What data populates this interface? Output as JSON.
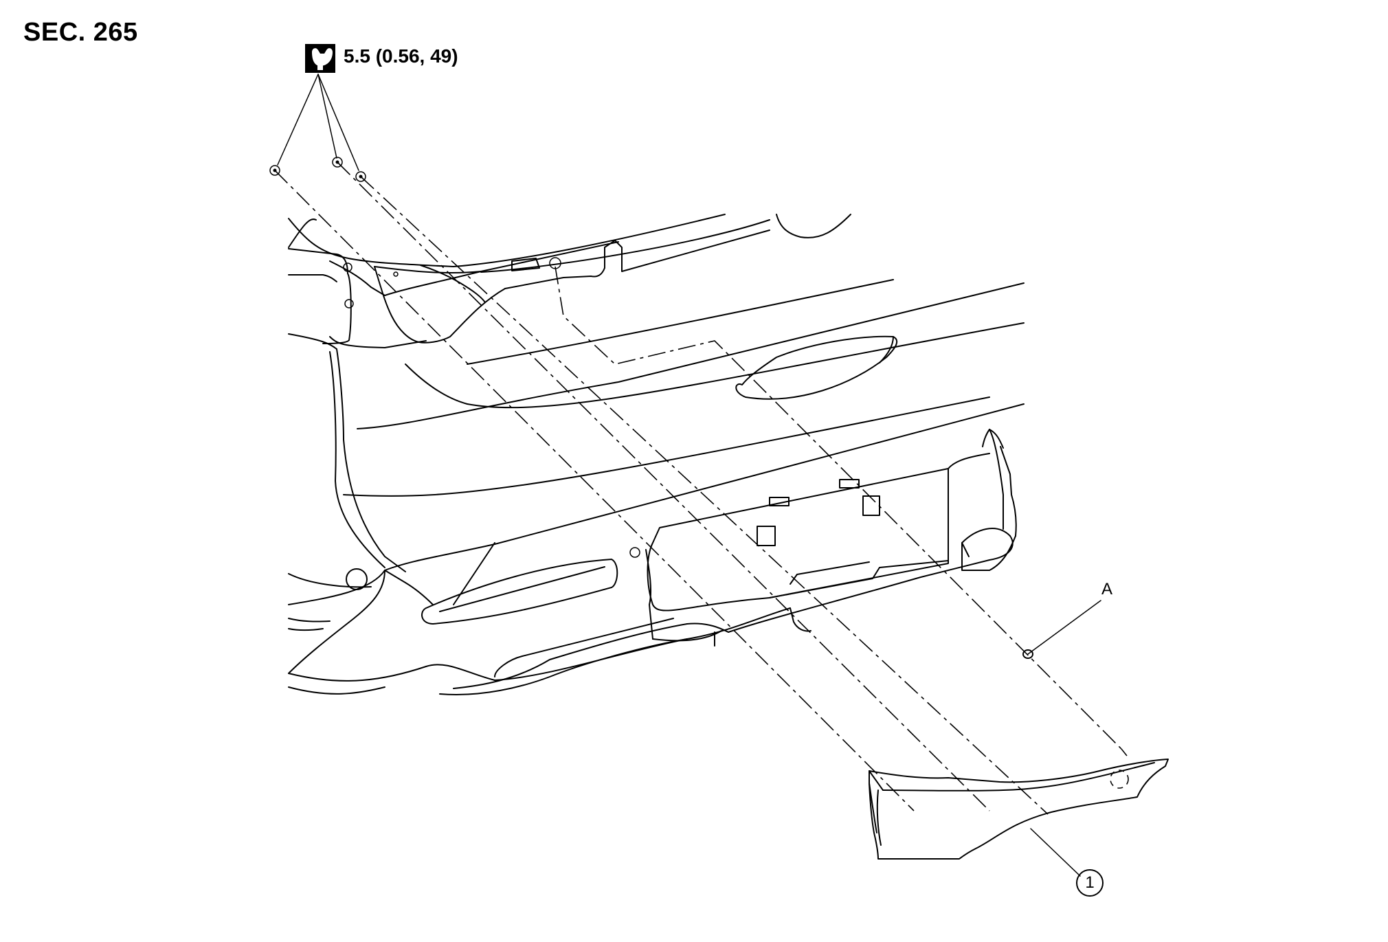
{
  "header": {
    "section_label": "SEC. 265"
  },
  "torque_spec": {
    "icon": "torque-wrench-icon",
    "value_text": "5.5 (0.56, 49)"
  },
  "callouts": {
    "clip_label": "A",
    "part_number": "1"
  }
}
